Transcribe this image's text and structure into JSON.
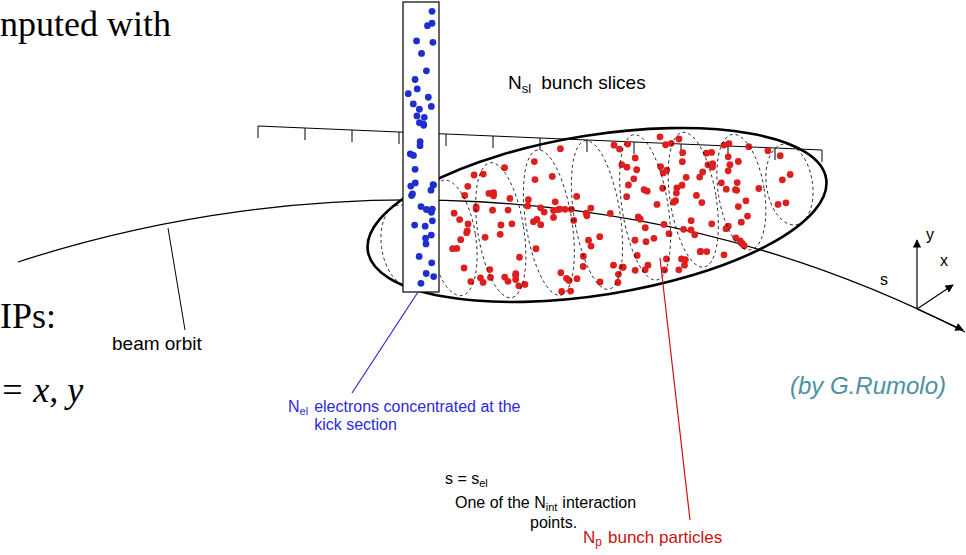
{
  "diagram": {
    "labels": [
      "nputed with",
      "IPs:",
      "= x, y",
      "N",
      "sl",
      "bunch slices",
      "beam orbit",
      "(by G.Rumolo)",
      "N",
      "el",
      "electrons concentrated at the kick section",
      "s = s",
      "el",
      "One of the N",
      "int",
      "interaction",
      "points.",
      "N",
      "p",
      "bunch particles",
      "y",
      "s",
      "x"
    ]
  }
}
